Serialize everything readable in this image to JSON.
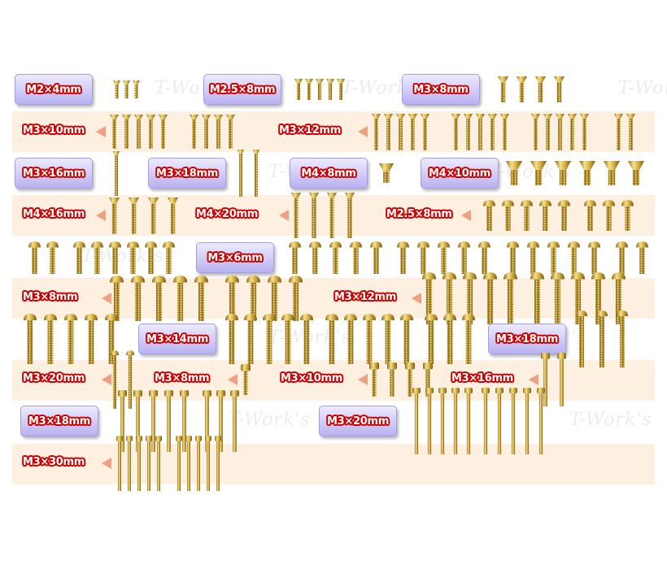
{
  "watermark": "T-Work's",
  "colors": {
    "band": "#fdf0e0",
    "label_outline": "#cc0000",
    "box": "#c8c2f5",
    "arrow": "#f0a080",
    "gold": "#d9b54a"
  },
  "groups": [
    {
      "label": "M2×4mm",
      "style": "box",
      "head": "countersunk",
      "count": 3
    },
    {
      "label": "M2.5×8mm",
      "style": "box",
      "head": "countersunk",
      "count": 5
    },
    {
      "label": "M3×8mm",
      "style": "box",
      "head": "countersunk",
      "count": 4
    },
    {
      "label": "M3×10mm",
      "style": "arrow",
      "head": "countersunk",
      "count": 9
    },
    {
      "label": "M3×12mm",
      "style": "arrow",
      "head": "countersunk",
      "count": 17
    },
    {
      "label": "M3×16mm",
      "style": "box",
      "head": "countersunk",
      "count": 1
    },
    {
      "label": "M3×18mm",
      "style": "box",
      "head": "countersunk",
      "count": 2
    },
    {
      "label": "M4×8mm",
      "style": "box",
      "head": "countersunk",
      "count": 1
    },
    {
      "label": "M4×10mm",
      "style": "box",
      "head": "countersunk",
      "count": 6
    },
    {
      "label": "M4×16mm",
      "style": "arrow",
      "head": "countersunk",
      "count": 4
    },
    {
      "label": "M4×20mm",
      "style": "arrow",
      "head": "countersunk",
      "count": 4
    },
    {
      "label": "M2.5×8mm",
      "style": "arrow",
      "head": "button",
      "count": 8
    },
    {
      "label": "M3×6mm",
      "style": "box",
      "head": "button",
      "count": 26
    },
    {
      "label": "M3×8mm",
      "style": "arrow",
      "head": "button",
      "count": 9
    },
    {
      "label": "M3×12mm",
      "style": "arrow",
      "head": "button",
      "count": 10
    },
    {
      "label": "M3×14mm",
      "style": "box",
      "head": "button",
      "count": 19
    },
    {
      "label": "M3×18mm",
      "style": "box",
      "head": "button",
      "count": 3
    },
    {
      "label": "M3×20mm",
      "style": "arrow",
      "head": "button",
      "count": 2
    },
    {
      "label": "M3×8mm",
      "style": "arrow",
      "head": "socket",
      "count": 1
    },
    {
      "label": "M3×10mm",
      "style": "arrow",
      "head": "socket",
      "count": 4
    },
    {
      "label": "M3×16mm",
      "style": "arrow",
      "head": "socket",
      "count": 2
    },
    {
      "label": "M3×18mm",
      "style": "box",
      "head": "socket",
      "count": 8
    },
    {
      "label": "M3×20mm",
      "style": "box",
      "head": "socket",
      "count": 10
    },
    {
      "label": "M3×30mm",
      "style": "arrow",
      "head": "socket",
      "count": 10
    }
  ]
}
